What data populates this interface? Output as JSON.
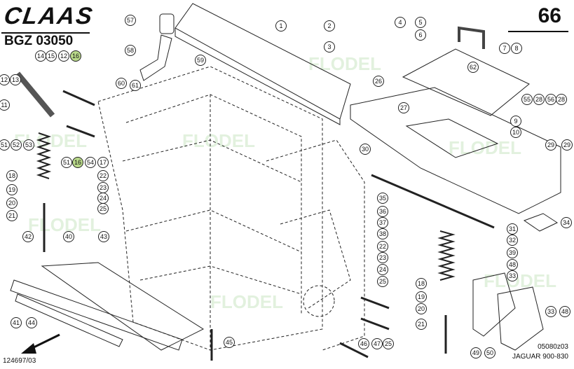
{
  "header": {
    "brand": "CLAAS",
    "code": "BGZ 03050",
    "page_number": "66"
  },
  "footer": {
    "drawing_ref": "05080z03",
    "model": "JAGUAR 900-830",
    "doc_id": "124697/03"
  },
  "watermark": "FLODEL",
  "colors": {
    "line": "#222222",
    "highlight": "#b9d98a",
    "watermark": "#cfe8c9"
  },
  "callouts": [
    {
      "label": "57"
    },
    {
      "label": "58"
    },
    {
      "label": "59"
    },
    {
      "label": "60"
    },
    {
      "label": "61"
    },
    {
      "label": "1"
    },
    {
      "label": "2"
    },
    {
      "label": "3"
    },
    {
      "label": "4"
    },
    {
      "label": "5"
    },
    {
      "label": "6"
    },
    {
      "label": "7"
    },
    {
      "label": "8"
    },
    {
      "label": "62"
    },
    {
      "label": "26"
    },
    {
      "label": "27"
    },
    {
      "label": "9"
    },
    {
      "label": "10"
    },
    {
      "label": "55"
    },
    {
      "label": "28"
    },
    {
      "label": "56"
    },
    {
      "label": "28"
    },
    {
      "label": "29"
    },
    {
      "label": "29"
    },
    {
      "label": "14"
    },
    {
      "label": "15"
    },
    {
      "label": "12"
    },
    {
      "label": "16",
      "highlight": true
    },
    {
      "label": "12"
    },
    {
      "label": "13"
    },
    {
      "label": "11"
    },
    {
      "label": "51"
    },
    {
      "label": "52"
    },
    {
      "label": "53"
    },
    {
      "label": "51"
    },
    {
      "label": "16",
      "highlight": true
    },
    {
      "label": "54"
    },
    {
      "label": "17"
    },
    {
      "label": "18"
    },
    {
      "label": "22"
    },
    {
      "label": "19"
    },
    {
      "label": "23"
    },
    {
      "label": "20"
    },
    {
      "label": "24"
    },
    {
      "label": "25"
    },
    {
      "label": "21"
    },
    {
      "label": "30"
    },
    {
      "label": "35"
    },
    {
      "label": "36"
    },
    {
      "label": "37"
    },
    {
      "label": "38"
    },
    {
      "label": "34"
    },
    {
      "label": "31"
    },
    {
      "label": "32"
    },
    {
      "label": "22"
    },
    {
      "label": "23"
    },
    {
      "label": "39"
    },
    {
      "label": "24"
    },
    {
      "label": "25"
    },
    {
      "label": "48"
    },
    {
      "label": "33"
    },
    {
      "label": "42"
    },
    {
      "label": "40"
    },
    {
      "label": "43"
    },
    {
      "label": "18"
    },
    {
      "label": "19"
    },
    {
      "label": "20"
    },
    {
      "label": "21"
    },
    {
      "label": "41"
    },
    {
      "label": "44"
    },
    {
      "label": "45"
    },
    {
      "label": "46"
    },
    {
      "label": "47"
    },
    {
      "label": "25"
    },
    {
      "label": "49"
    },
    {
      "label": "50"
    },
    {
      "label": "33"
    },
    {
      "label": "48"
    }
  ]
}
